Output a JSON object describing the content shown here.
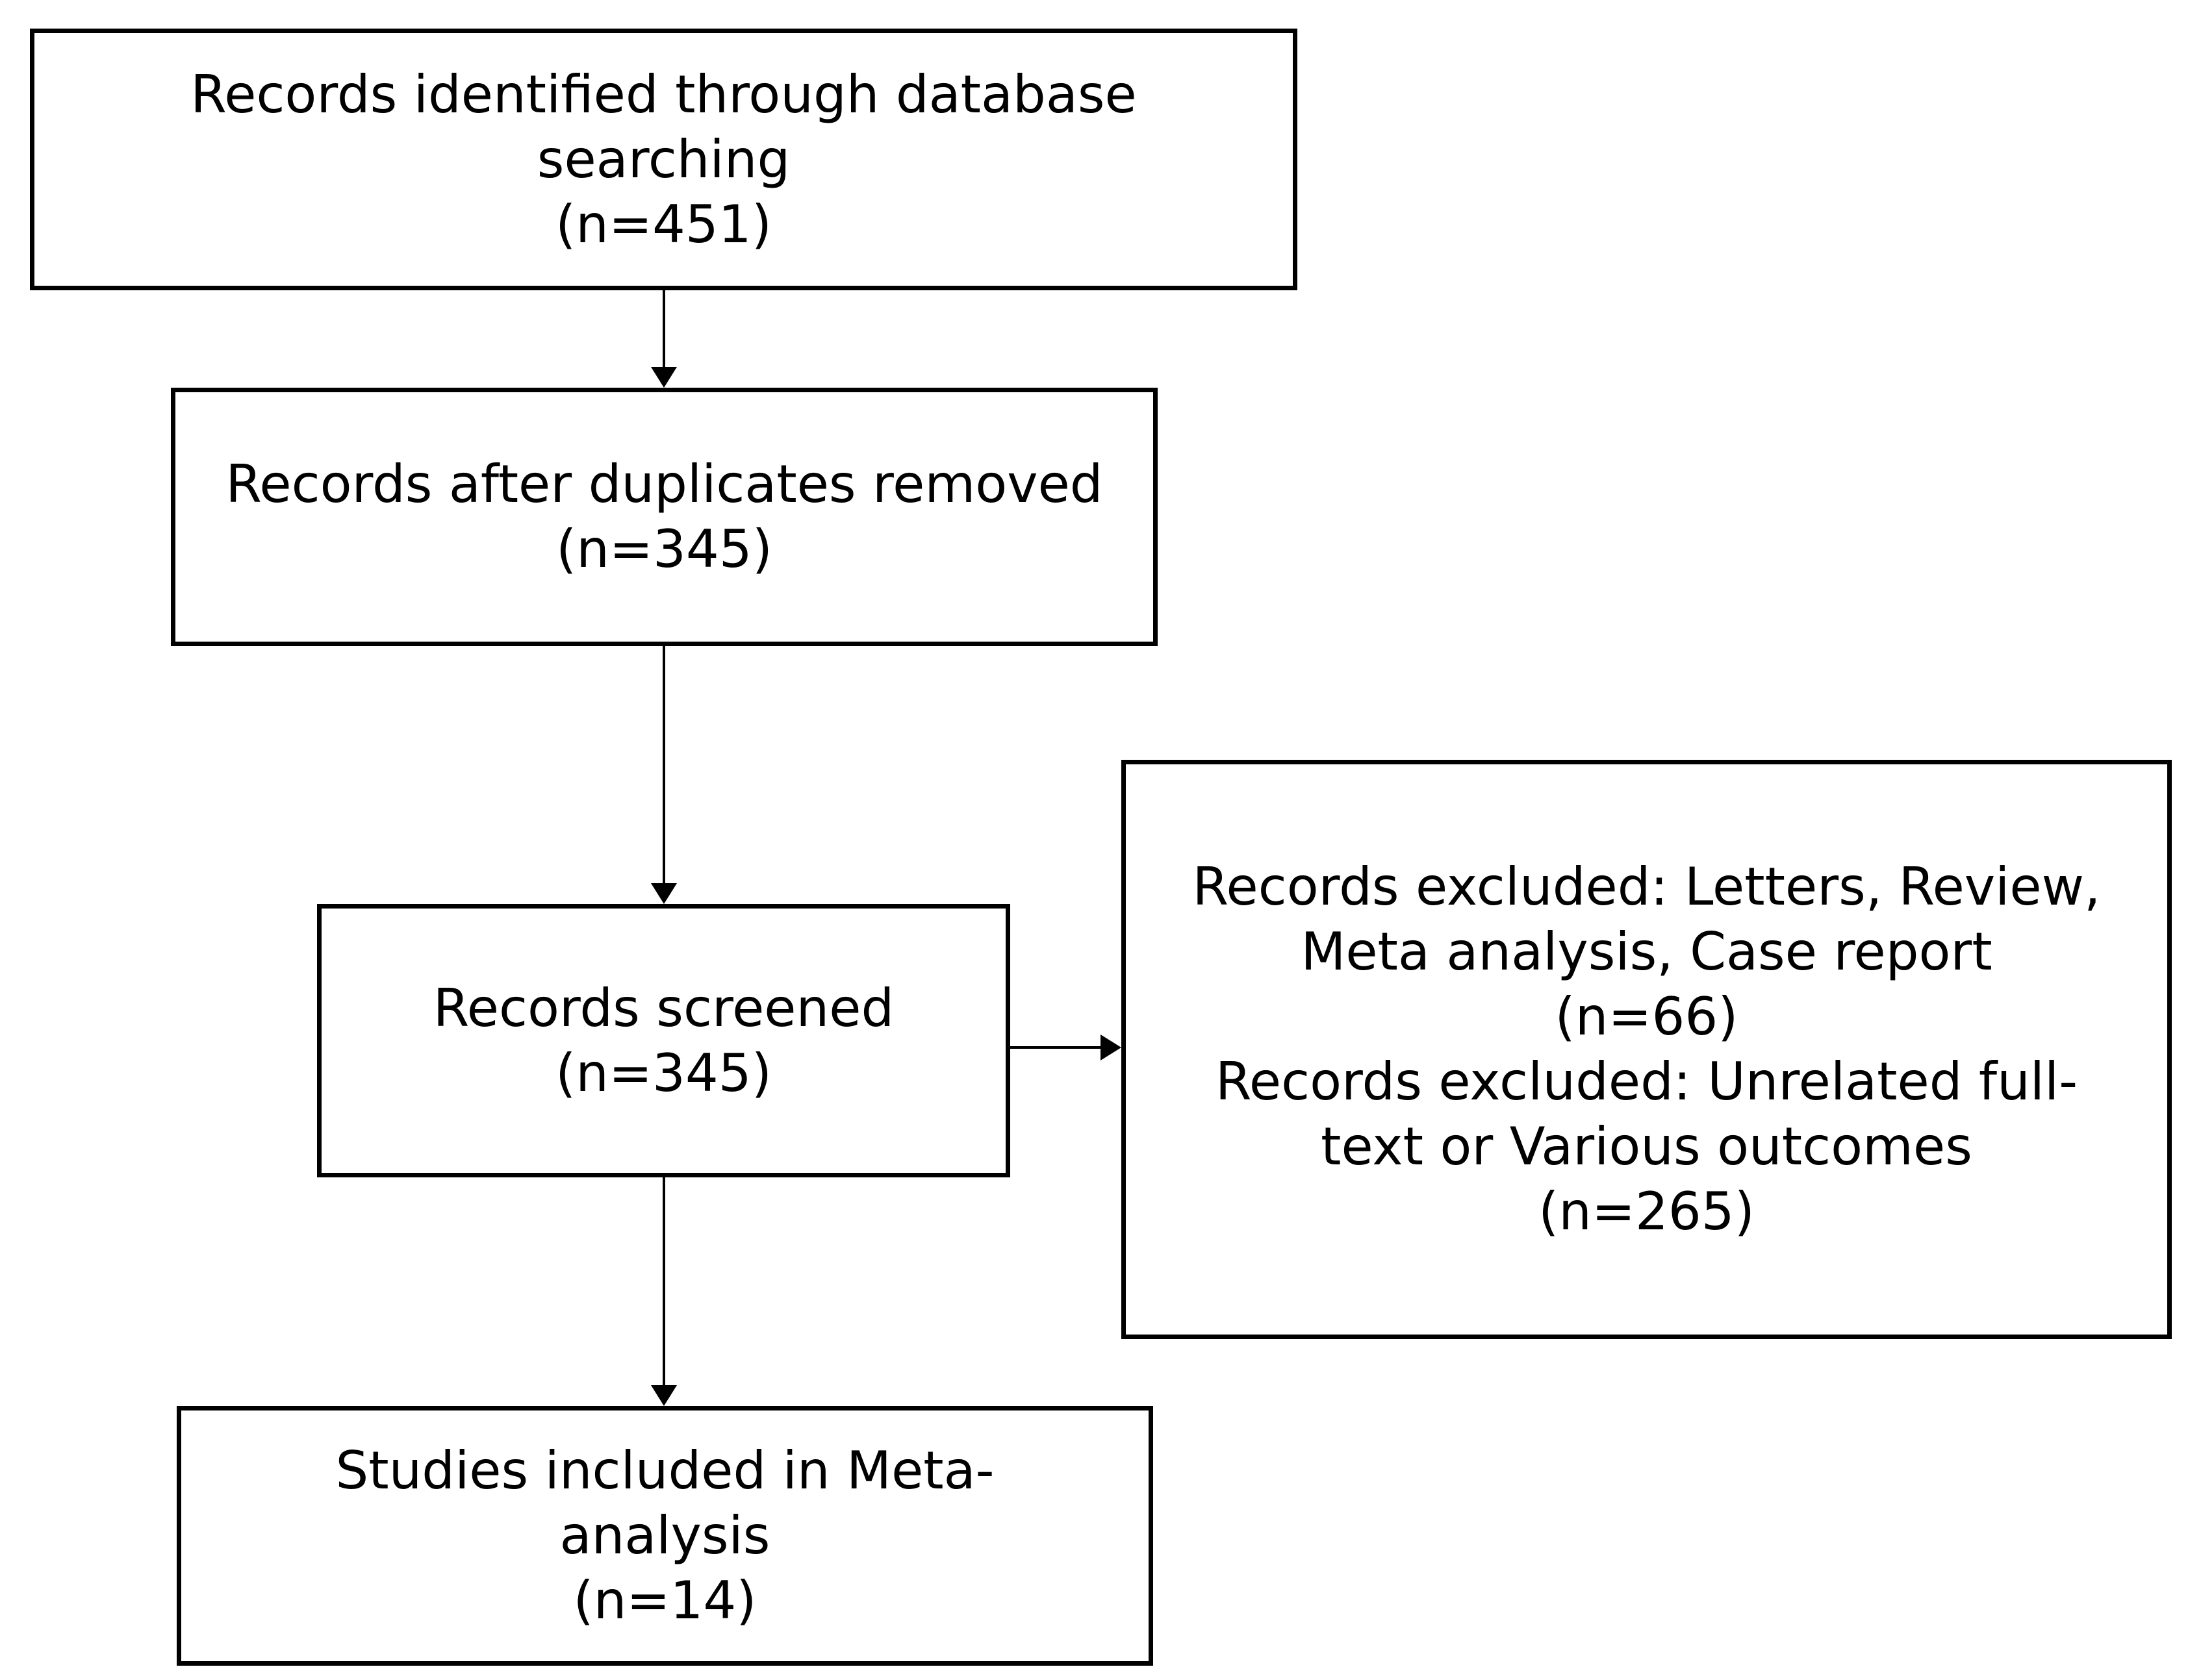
{
  "diagram": {
    "type": "flowchart",
    "subject": "study selection flow (PRISMA-style)",
    "colors": {
      "background": "#ffffff",
      "box_fill": "#ffffff",
      "box_border": "#000000",
      "text": "#000000",
      "arrow": "#000000"
    },
    "boxes": {
      "identification": {
        "lines": [
          "Records identified through database",
          "searching",
          "(n=451)"
        ]
      },
      "duplicates": {
        "lines": [
          "Records after duplicates removed",
          "(n=345)"
        ]
      },
      "screening": {
        "lines": [
          "Records screened",
          "(n=345)"
        ]
      },
      "excluded": {
        "lines": [
          "Records excluded: Letters, Review,",
          "Meta analysis, Case report",
          "(n=66)",
          "Records excluded: Unrelated full-",
          "text or Various outcomes",
          "(n=265)"
        ]
      },
      "included": {
        "lines": [
          "Studies included in Meta-",
          "analysis",
          "(n=14)"
        ]
      }
    },
    "arrows": [
      {
        "from": "identification",
        "to": "duplicates",
        "direction": "down"
      },
      {
        "from": "duplicates",
        "to": "screening",
        "direction": "down"
      },
      {
        "from": "screening",
        "to": "excluded",
        "direction": "right"
      },
      {
        "from": "screening",
        "to": "included",
        "direction": "down"
      }
    ]
  }
}
